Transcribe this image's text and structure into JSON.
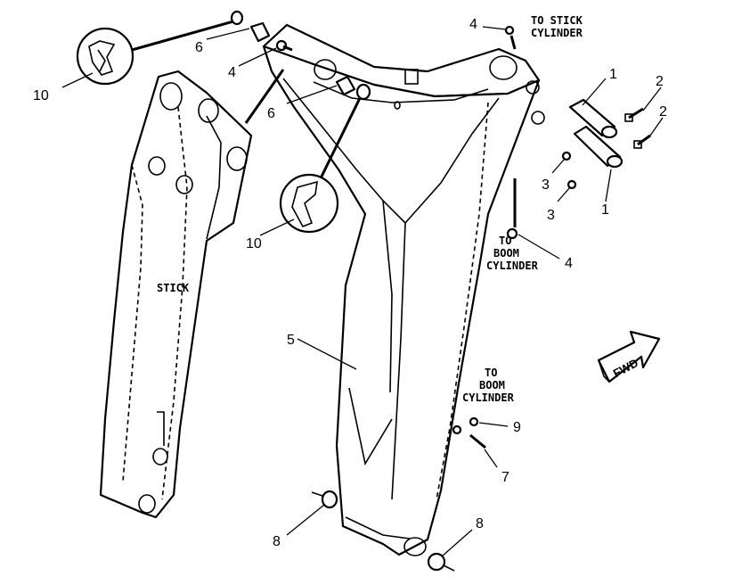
{
  "callouts": {
    "c1a": "1",
    "c1b": "1",
    "c2a": "2",
    "c2b": "2",
    "c3a": "3",
    "c3b": "3",
    "c4a": "4",
    "c4b": "4",
    "c4c": "4",
    "c5": "5",
    "c6a": "6",
    "c6b": "6",
    "c7": "7",
    "c8a": "8",
    "c8b": "8",
    "c9": "9",
    "c10a": "10",
    "c10b": "10"
  },
  "notes": {
    "to_stick_cylinder": [
      "TO STICK",
      "CYLINDER"
    ],
    "to_boom_cylinder_right": [
      "TO",
      "BOOM",
      "CYLINDER"
    ],
    "to_boom_cylinder_lower": [
      "TO",
      "BOOM",
      "CYLINDER"
    ]
  },
  "labels": {
    "stick": "STICK",
    "fwd": "FWD"
  }
}
